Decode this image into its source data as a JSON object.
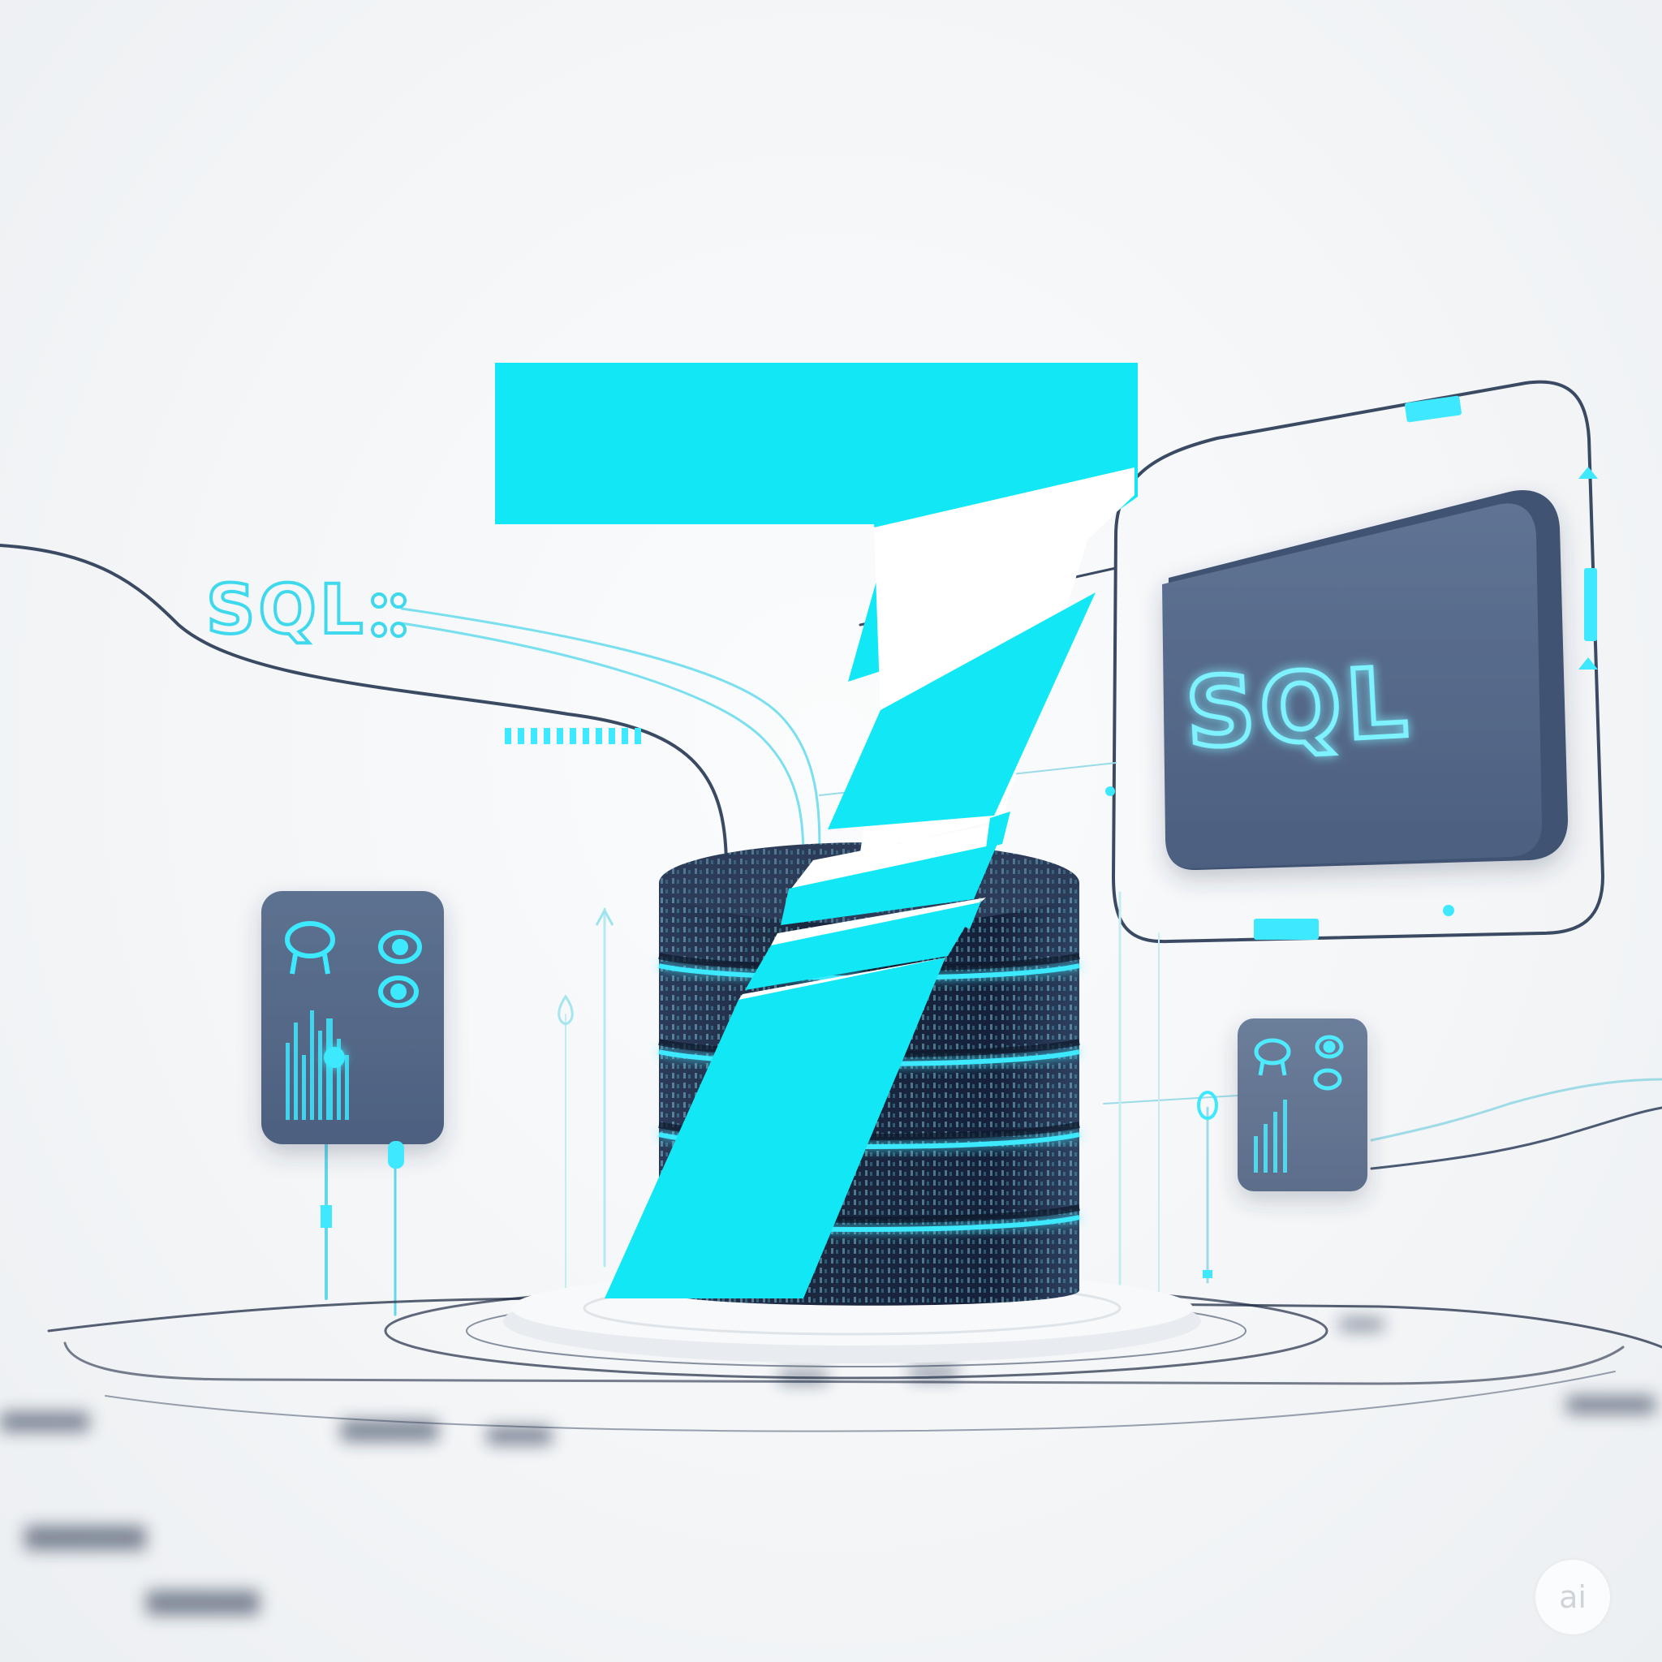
{
  "scene": {
    "digit": "7",
    "left_label": "SQL",
    "screen_label": "SQL",
    "badge": "ai"
  },
  "colors": {
    "accent_cyan": "#12e8f5",
    "glow_cyan": "#3ee9ff",
    "dark_navy": "#1f2c45",
    "panel_slate": "#5b6f8e",
    "circuit_line": "#3b4a63",
    "background": "#f3f5f7"
  },
  "icons": {
    "main": "database-cylinder-icon",
    "digit": "number-seven-graphic",
    "screen": "sql-monitor-icon",
    "left_card": "dashboard-card-icon",
    "right_card": "dashboard-card-icon"
  }
}
